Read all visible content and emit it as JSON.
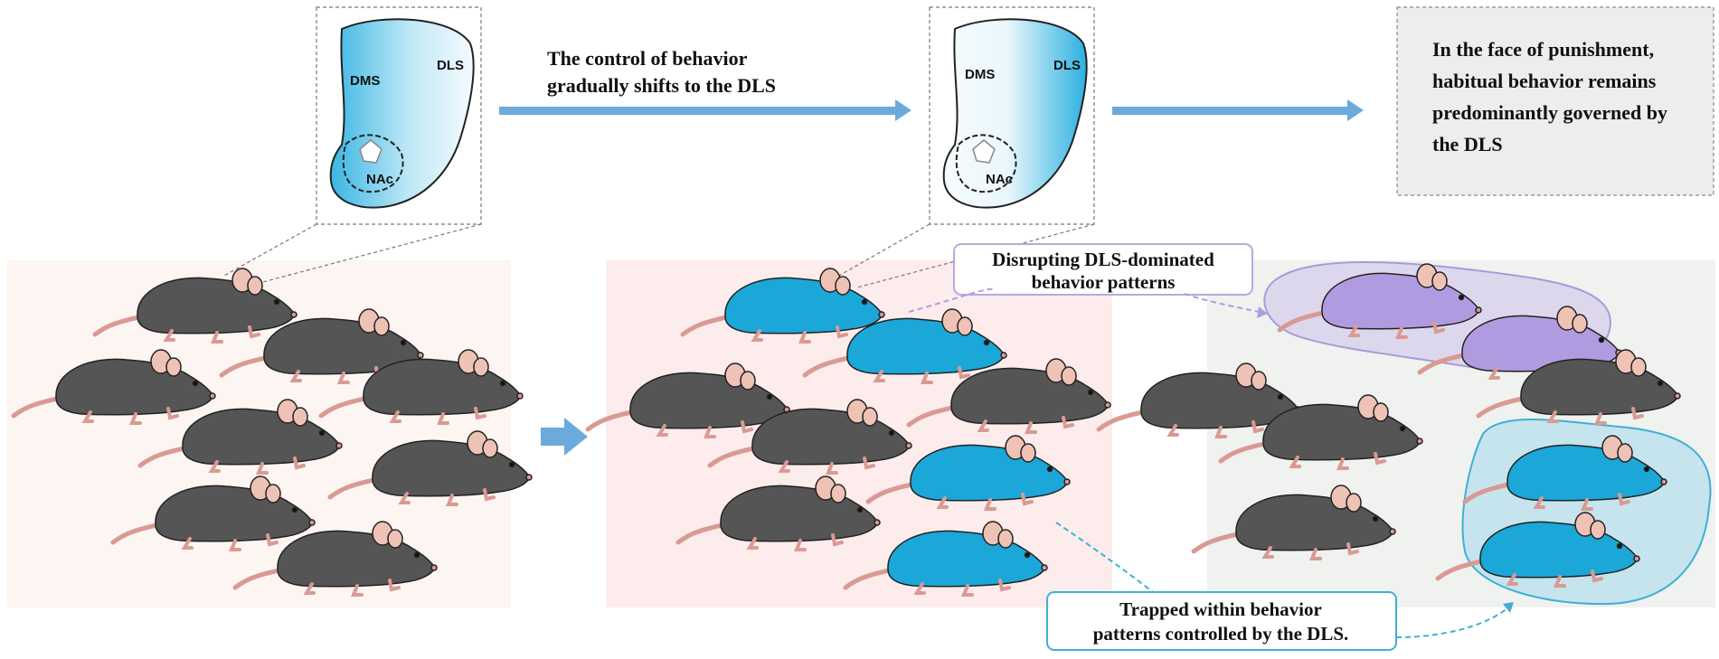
{
  "striatum_labels": {
    "dms": "DMS",
    "dls": "DLS",
    "nac": "NAc"
  },
  "arrow_caption": {
    "line1": "The control of behavior",
    "line2": "gradually shifts to the DLS"
  },
  "result_box": {
    "line1": "In the face of punishment,",
    "line2": "habitual behavior remains",
    "line3": "predominantly governed by",
    "line4": "the DLS"
  },
  "disrupt_callout": {
    "line1": "Disrupting DLS-dominated",
    "line2": "behavior patterns"
  },
  "trapped_callout": {
    "line1": "Trapped within behavior",
    "line2": "patterns controlled by the DLS."
  },
  "colors": {
    "mouse_gray": "#555555",
    "mouse_blue": "#1BA7D8",
    "mouse_purple": "#B19BE0",
    "ear_pink": "#EFC2B6",
    "arrow_blue": "#6BAADB",
    "panel1_bg": "#FDF5F1",
    "panel2_bg": "#FCECEC",
    "panel3_bg": "#EFF2EF",
    "box_gray": "#EDEDED"
  }
}
